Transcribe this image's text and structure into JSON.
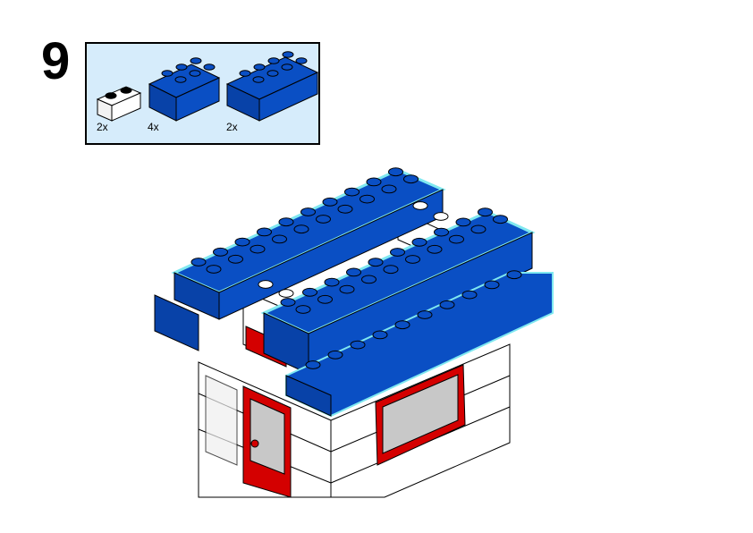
{
  "step": {
    "number": "9"
  },
  "parts_list": {
    "items": [
      {
        "name": "white-brick-1x2",
        "quantity": "2x",
        "color": "#ffffff"
      },
      {
        "name": "blue-brick-2x3",
        "quantity": "4x",
        "color": "#0a4fc4"
      },
      {
        "name": "blue-brick-2x4",
        "quantity": "2x",
        "color": "#0a4fc4"
      }
    ],
    "background": "#d6ecfb"
  },
  "colors": {
    "blue": "#0a4fc4",
    "white": "#ffffff",
    "red": "#d40000",
    "highlight": "#7fe8f0",
    "glass": "#c8c8c8"
  }
}
